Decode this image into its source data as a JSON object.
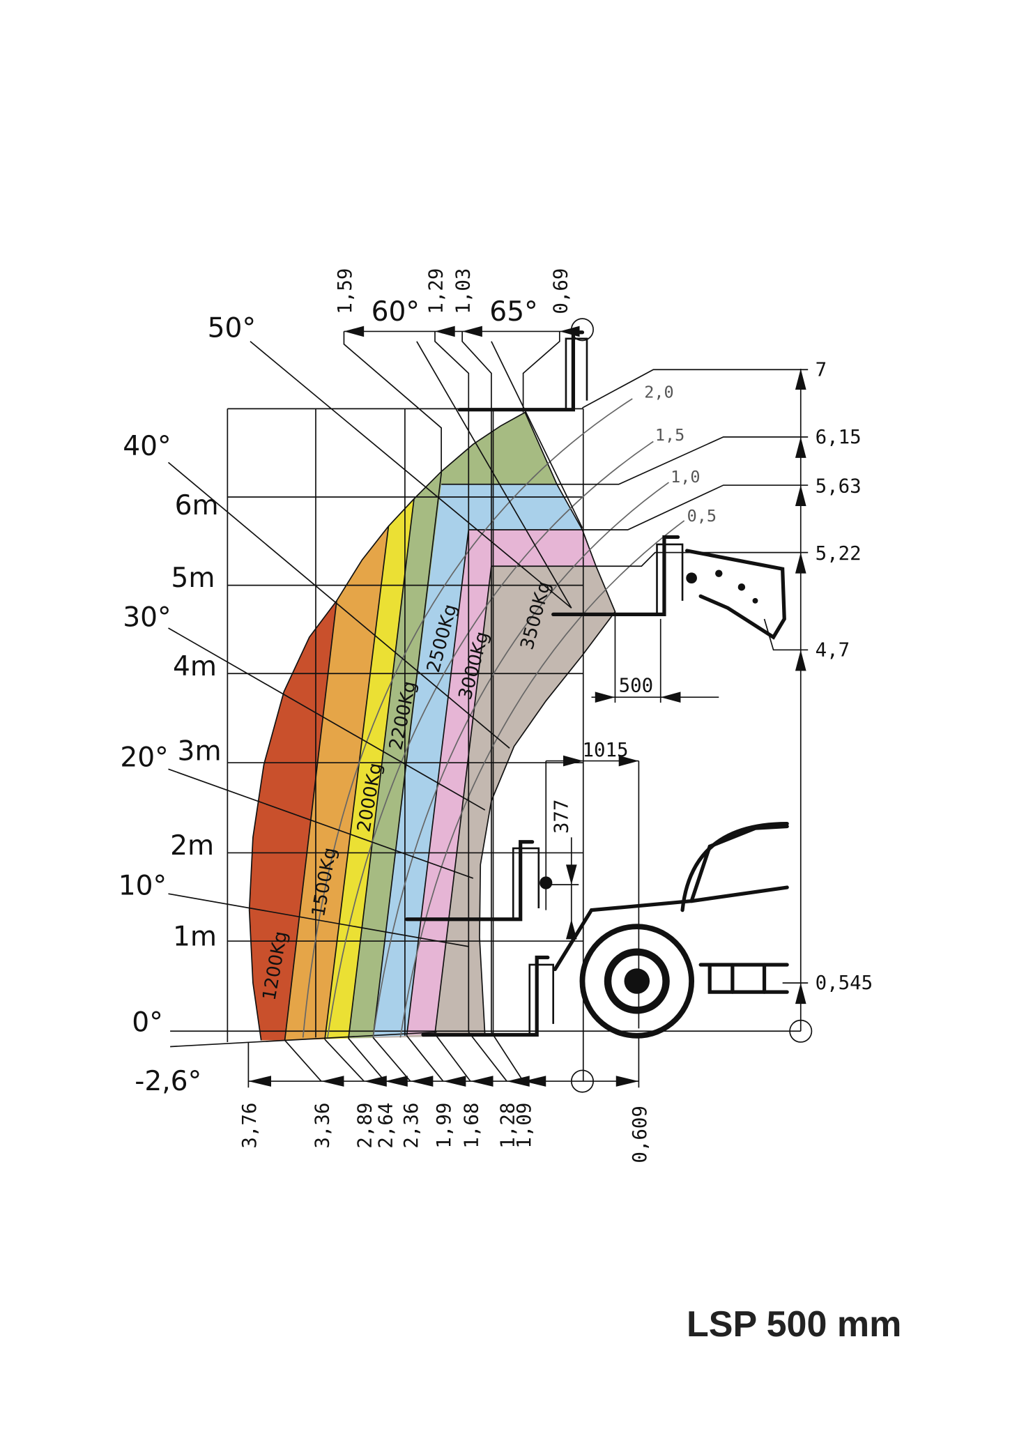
{
  "title": "LSP 500 mm",
  "height_labels": [
    "6m",
    "5m",
    "4m",
    "3m",
    "2m",
    "1m"
  ],
  "angle_labels": {
    "a50": "50°",
    "a40": "40°",
    "a30": "30°",
    "a20": "20°",
    "a10": "10°",
    "a0": "0°",
    "aneg": "-2,6°",
    "a60": "60°",
    "a65": "65°"
  },
  "load_zones": [
    {
      "label": "1200Kg",
      "color": "#c9502c"
    },
    {
      "label": "1500Kg",
      "color": "#e5a548"
    },
    {
      "label": "2000Kg",
      "color": "#ebe034"
    },
    {
      "label": "2200Kg",
      "color": "#a6bb82"
    },
    {
      "label": "2500Kg",
      "color": "#a9d0ea"
    },
    {
      "label": "3000Kg",
      "color": "#e6b5d5"
    },
    {
      "label": "3500Kg",
      "color": "#c3b8b0"
    }
  ],
  "arc_labels": [
    "2,0",
    "1,5",
    "1,0",
    "0,5"
  ],
  "top_dims": [
    "1,59",
    "1,29",
    "1,03",
    "0,69"
  ],
  "right_dims": [
    "7",
    "6,15",
    "5,63",
    "5,22",
    "4,7",
    "0,545"
  ],
  "bottom_dims": [
    "3,76",
    "3,36",
    "2,89",
    "2,64",
    "2,36",
    "1,99",
    "1,68",
    "1,28",
    "1,09",
    "0,609"
  ],
  "other_dims": {
    "d500": "500",
    "d1015": "1015",
    "d377": "377"
  }
}
